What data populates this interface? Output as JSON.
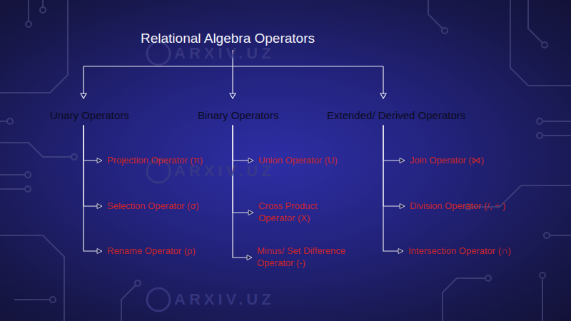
{
  "diagram": {
    "title": "Relational Algebra Operators",
    "nodes": [
      {
        "text": [
          "Unary Operators"
        ]
      },
      {
        "text": [
          "Binary Operators"
        ]
      },
      {
        "text": [
          "Extended/ Derived Operators"
        ]
      },
      {
        "text": [
          "Projection Operator (π)"
        ]
      },
      {
        "text": [
          "Selection Operator (σ)"
        ]
      },
      {
        "text": [
          "Rename Operator (ρ)"
        ]
      },
      {
        "text": [
          "Union Operator (U)"
        ]
      },
      {
        "text": [
          "Cross Product Operator (X)"
        ]
      },
      {
        "text": [
          "Minus/ Set Difference Operator (-)"
        ]
      },
      {
        "text": [
          "Join Operator (⋈)"
        ]
      },
      {
        "text": [
          "Division Operator (/, ÷ )"
        ]
      },
      {
        "text": [
          "Intersection Operator (∩)"
        ]
      }
    ],
    "edges": [
      {
        "from": 0,
        "to": 3,
        "arrow": "to"
      },
      {
        "from": 0,
        "to": 4,
        "arrow": "to"
      },
      {
        "from": 0,
        "to": 5,
        "arrow": "to"
      },
      {
        "from": 1,
        "to": 6,
        "arrow": "to"
      },
      {
        "from": 1,
        "to": 7,
        "arrow": "to"
      },
      {
        "from": 1,
        "to": 8,
        "arrow": "to"
      },
      {
        "from": 2,
        "to": 9,
        "arrow": "to"
      },
      {
        "from": 2,
        "to": 10,
        "arrow": "to"
      },
      {
        "from": 2,
        "to": 11,
        "arrow": "to"
      }
    ],
    "labels": [
      "ARXIV.UZ",
      "ARXIV.UZ",
      "ARXIV.UZ"
    ]
  }
}
